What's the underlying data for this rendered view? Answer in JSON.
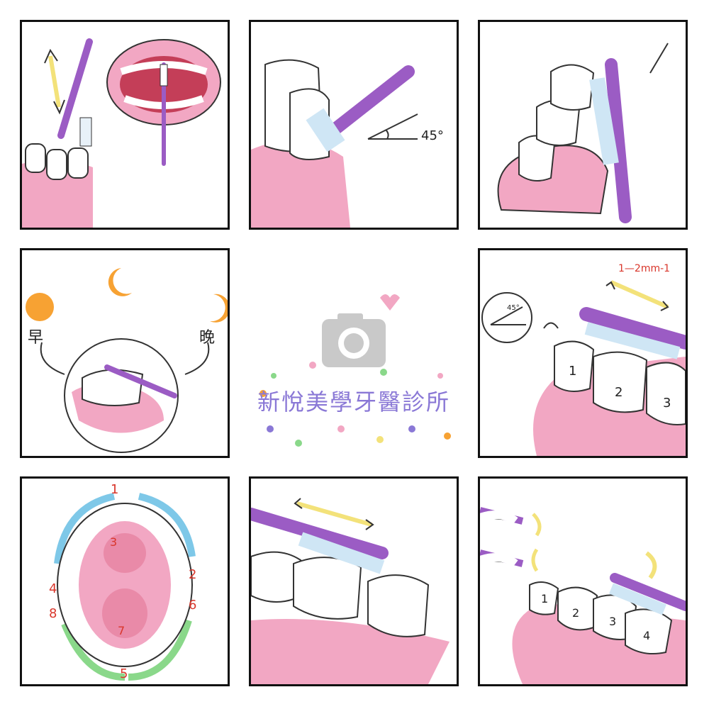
{
  "panels": {
    "angle_label": "45°",
    "morning_label": "早",
    "evening_label": "晚",
    "small_angle_label": "45°",
    "stroke_length_label": "1—2mm-1",
    "molar_numbers": [
      "1",
      "2",
      "3"
    ],
    "mouth_order_numbers": [
      "1",
      "2",
      "3",
      "4",
      "5",
      "6",
      "7",
      "8"
    ],
    "bottom_teeth_numbers": [
      "1",
      "2",
      "3",
      "4"
    ]
  },
  "center": {
    "clinic_name": "新悅美學牙醫診所",
    "camera_icon": "camera-icon"
  },
  "colors": {
    "brush_purple": "#9b5cc4",
    "gum_pink": "#f2a7c3",
    "sun_orange": "#f7a233",
    "arrow_yellow": "#f3e27a",
    "arrow_blue": "#7ec8e8",
    "arrow_green": "#8ad88a",
    "label_red": "#d9362b",
    "clinic_text": "#8a78d6"
  }
}
